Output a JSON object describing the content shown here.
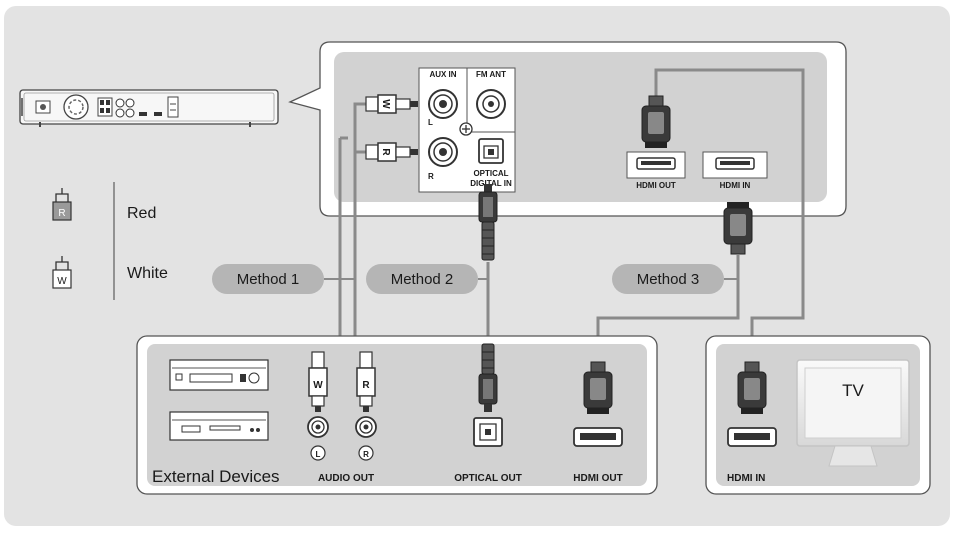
{
  "legend": {
    "red_label": "Red",
    "white_label": "White",
    "red_plug_letter": "R",
    "white_plug_letter": "W"
  },
  "methods": {
    "method1": "Method 1",
    "method2": "Method 2",
    "method3": "Method 3"
  },
  "receiver_panel": {
    "aux_in": "AUX IN",
    "fm_ant": "FM ANT",
    "aux_left_mark": "L",
    "aux_right_mark": "R",
    "optical_label": "OPTICAL",
    "digital_in_label": "DIGITAL IN",
    "hdmi_out": "HDMI OUT",
    "hdmi_in": "HDMI IN",
    "plug_w": "W",
    "plug_r": "R"
  },
  "external_devices": {
    "title": "External Devices",
    "audio_out": "AUDIO OUT",
    "optical_out": "OPTICAL OUT",
    "hdmi_out": "HDMI OUT",
    "jack_left": "L",
    "jack_right": "R",
    "plug_w": "W",
    "plug_r": "R"
  },
  "tv_box": {
    "tv_label": "TV",
    "hdmi_in": "HDMI IN"
  },
  "colors": {
    "background_panel": "#e3e3e3",
    "device_panel": "#d2d2d2",
    "cable": "#8a8a8a",
    "pill": "#b5b5b5",
    "plug_body": "#3a3a3a"
  }
}
